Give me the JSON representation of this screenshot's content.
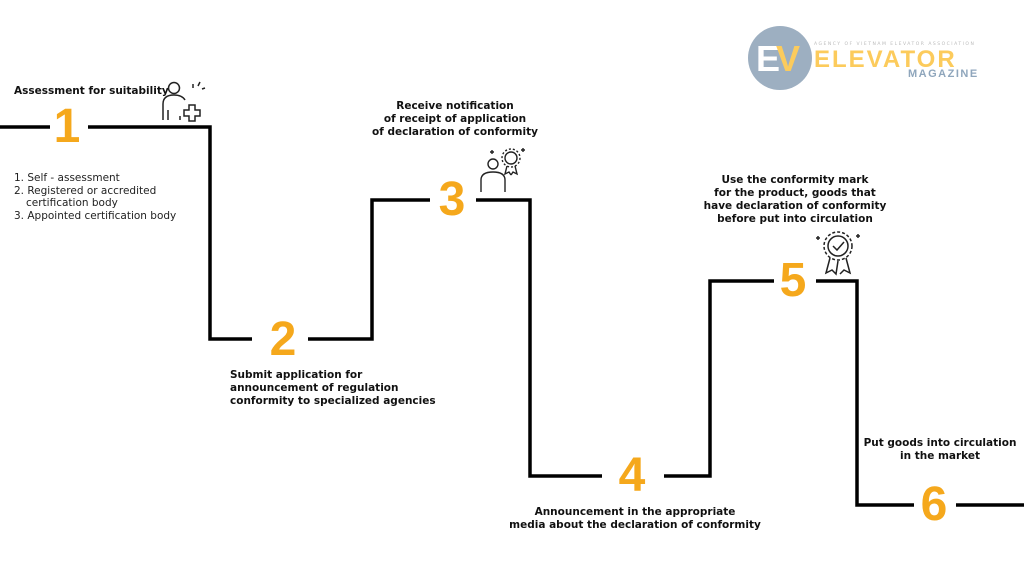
{
  "logo": {
    "agency": "AGENCY OF VIETNAM ELEVATOR ASSOCIATION",
    "brand": "ELEVATOR",
    "sub": "MAGAZINE",
    "mark_e": "E",
    "mark_v": "V"
  },
  "colors": {
    "accent": "#F5A81C",
    "line": "#000000"
  },
  "steps": [
    {
      "number": "1",
      "title": "Assessment for suitability",
      "items": [
        "1.  Self - assessment",
        "2. Registered or accredited",
        "    certification body",
        "3. Appointed certification body"
      ],
      "icon": "person-plus-icon"
    },
    {
      "number": "2",
      "lines": [
        "Submit application for",
        "announcement of regulation",
        "conformity to specialized agencies"
      ]
    },
    {
      "number": "3",
      "lines": [
        "Receive notification",
        "of receipt of application",
        "of declaration of conformity"
      ],
      "icon": "person-award-icon"
    },
    {
      "number": "4",
      "lines": [
        "Announcement in the appropriate",
        "media about the declaration of conformity"
      ]
    },
    {
      "number": "5",
      "lines": [
        "Use the conformity mark",
        "for the product, goods that",
        "have declaration of conformity",
        "before put into circulation"
      ],
      "icon": "award-badge-icon"
    },
    {
      "number": "6",
      "lines": [
        "Put goods into circulation",
        "in the market"
      ]
    }
  ]
}
